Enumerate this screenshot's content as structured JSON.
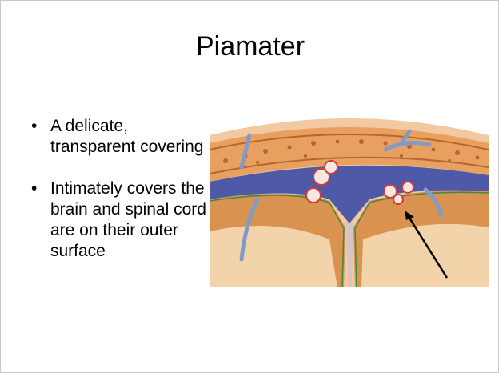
{
  "slide": {
    "title": "Piamater",
    "bullets": [
      {
        "marker": "•",
        "text": "A delicate, transparent covering"
      },
      {
        "marker": "•",
        "text": "Intimately covers the brain and spinal cord are on their outer surface"
      }
    ]
  },
  "figure": {
    "colors": {
      "bone": "#e8a060",
      "bone_dark": "#b8642c",
      "sinus": "#5a68b8",
      "vessel": "#7f9bc8",
      "cortex": "#d9924f",
      "white_matter": "#f3d4aa",
      "arachnoid": "#d33b3b",
      "arrow": "#000000"
    }
  }
}
